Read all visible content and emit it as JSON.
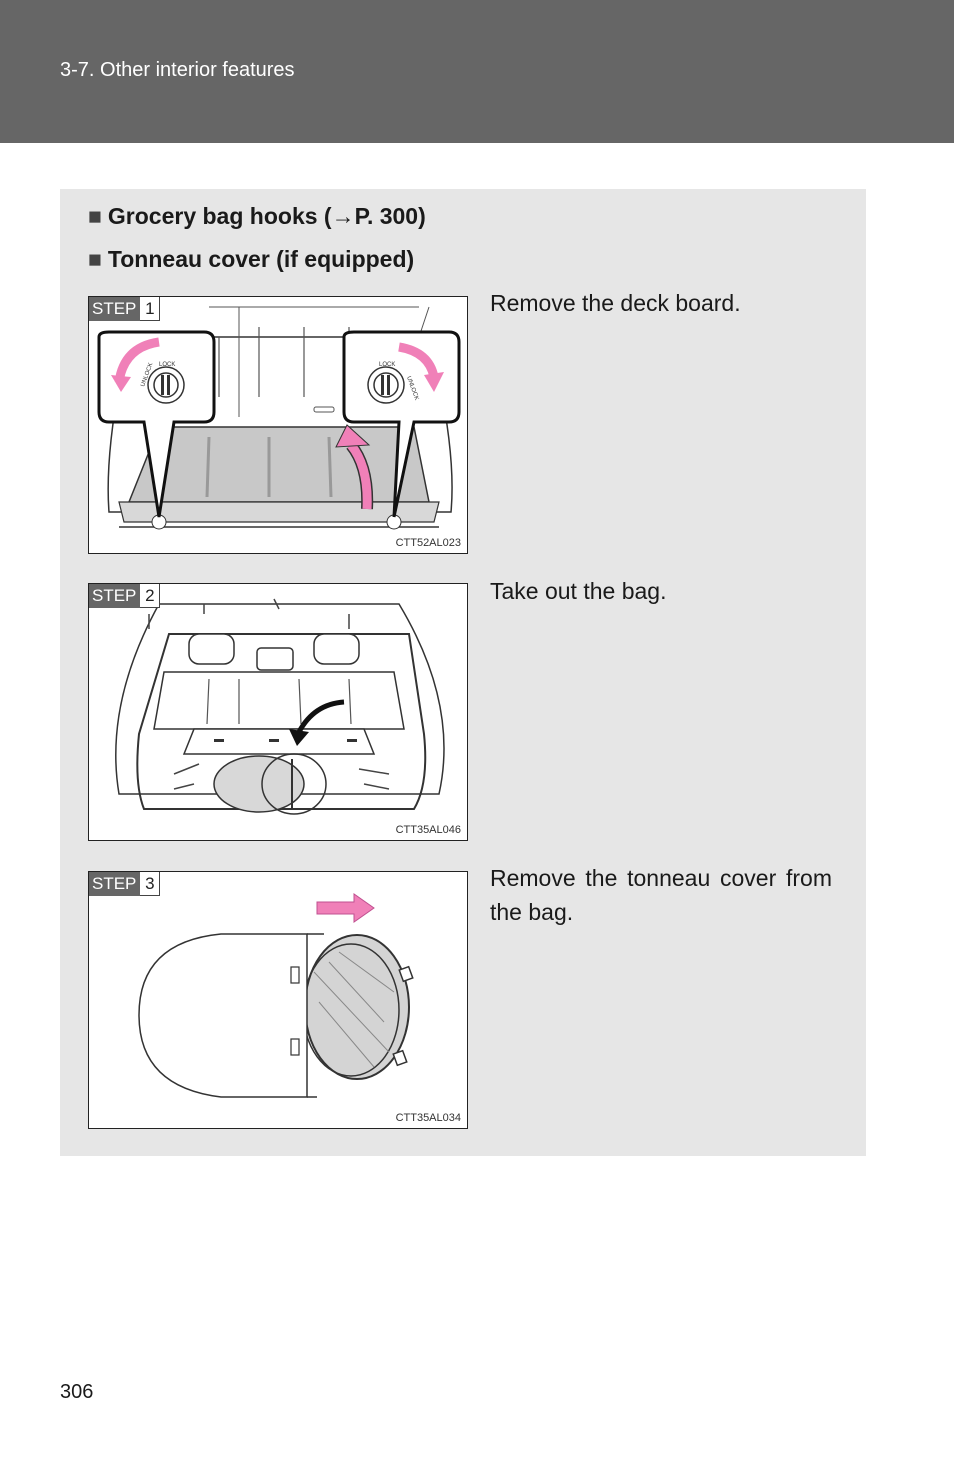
{
  "header": {
    "section": "3-7. Other interior features"
  },
  "panel": {
    "headings": [
      {
        "bullet": "■",
        "text": "Grocery bag hooks (→P. 300)"
      },
      {
        "bullet": "■",
        "text": "Tonneau cover (if equipped)"
      }
    ],
    "steps": [
      {
        "label": "STEP",
        "number": "1",
        "code": "CTT52AL023",
        "text": "Remove the deck board.",
        "knob_labels": {
          "lock": "LOCK",
          "unlock": "UNLOCK"
        }
      },
      {
        "label": "STEP",
        "number": "2",
        "code": "CTT35AL046",
        "text": "Take out the bag."
      },
      {
        "label": "STEP",
        "number": "3",
        "code": "CTT35AL034",
        "text": "Remove the tonneau cover from the bag."
      }
    ]
  },
  "colors": {
    "header": "#666666",
    "panel": "#e6e6e6",
    "arrow_pink": "#f080b8"
  },
  "footer": {
    "page_number": "306"
  }
}
